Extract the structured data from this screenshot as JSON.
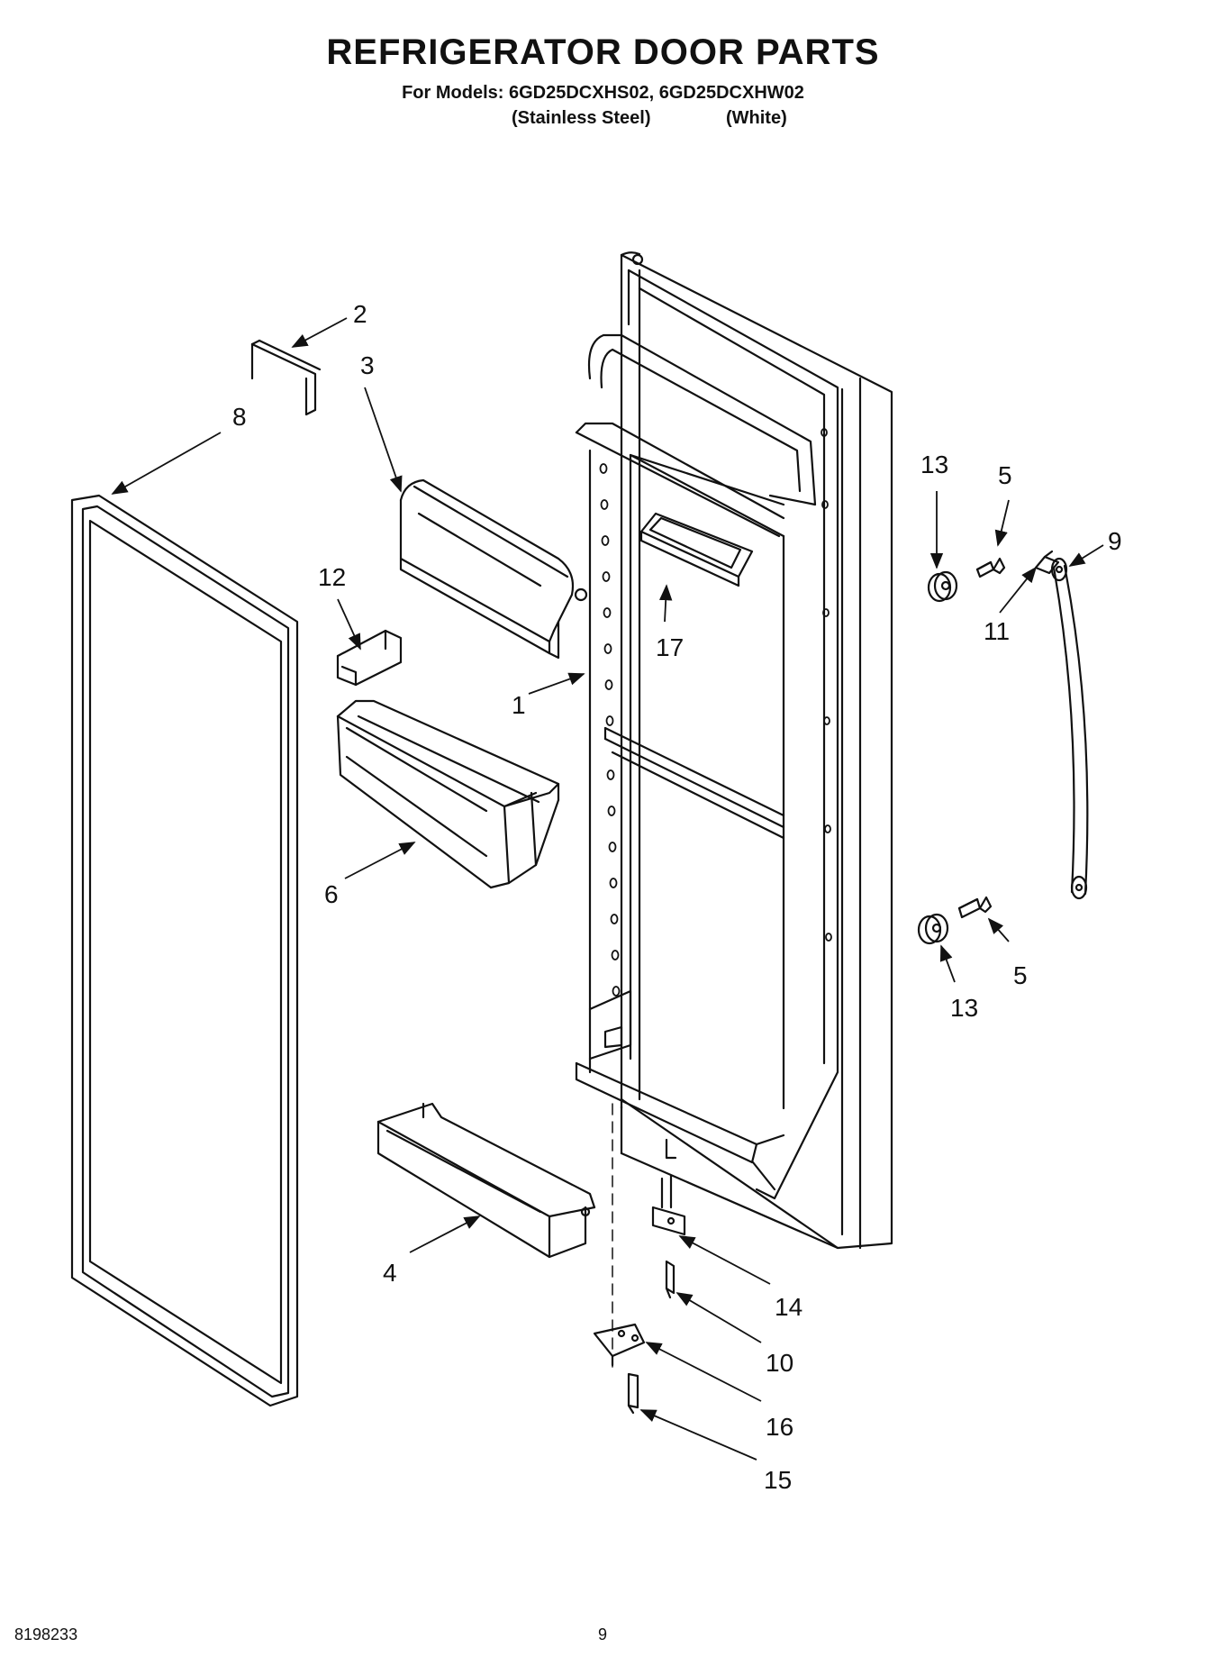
{
  "header": {
    "title": "REFRIGERATOR DOOR PARTS",
    "models_line": "For Models: 6GD25DCXHS02, 6GD25DCXHW02",
    "variant_1": "(Stainless Steel)",
    "variant_2": "(White)"
  },
  "callouts": [
    {
      "id": "c1",
      "text": "1"
    },
    {
      "id": "c2",
      "text": "2"
    },
    {
      "id": "c3",
      "text": "3"
    },
    {
      "id": "c4",
      "text": "4"
    },
    {
      "id": "c5a",
      "text": "5"
    },
    {
      "id": "c5b",
      "text": "5"
    },
    {
      "id": "c6",
      "text": "6"
    },
    {
      "id": "c8",
      "text": "8"
    },
    {
      "id": "c9",
      "text": "9"
    },
    {
      "id": "c10",
      "text": "10"
    },
    {
      "id": "c11",
      "text": "11"
    },
    {
      "id": "c12",
      "text": "12"
    },
    {
      "id": "c13a",
      "text": "13"
    },
    {
      "id": "c13b",
      "text": "13"
    },
    {
      "id": "c14",
      "text": "14"
    },
    {
      "id": "c15",
      "text": "15"
    },
    {
      "id": "c16",
      "text": "16"
    },
    {
      "id": "c17",
      "text": "17"
    }
  ],
  "footer": {
    "doc_number": "8198233",
    "page_number": "9"
  }
}
